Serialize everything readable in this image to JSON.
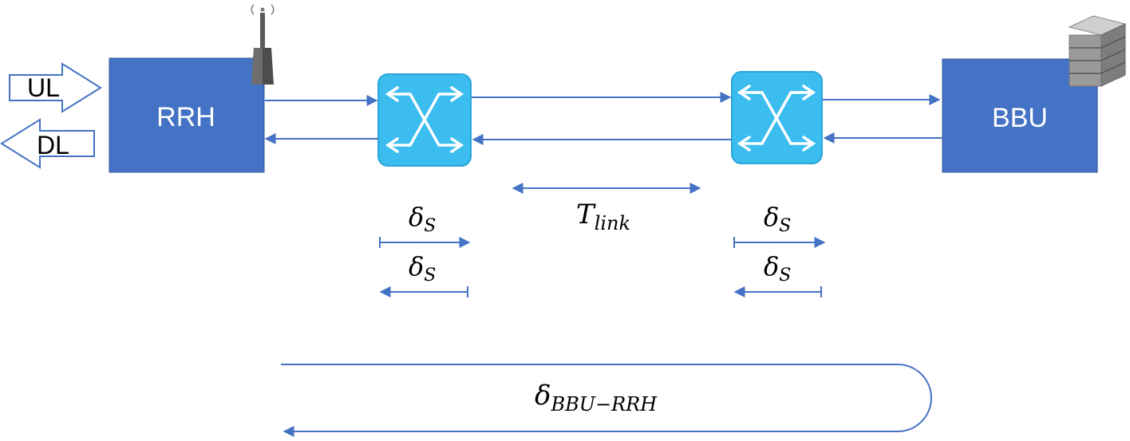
{
  "nodes": {
    "rrh": {
      "label": "RRH"
    },
    "bbu": {
      "label": "BBU"
    }
  },
  "io": {
    "ul": "UL",
    "dl": "DL"
  },
  "delays": {
    "switch_symbol": "δ",
    "switch_sub": "S",
    "link_symbol": "T",
    "link_sub": "link",
    "loop_symbol": "δ",
    "loop_sub": "BBU−RRH"
  },
  "colors": {
    "box_fill": "#4472C4",
    "switch_fill": "#3BBDEF",
    "line": "#4472C4"
  },
  "icons": {
    "rrh": "antenna-icon",
    "bbu": "server-stack-icon",
    "switch": "switch-crossover-icon"
  }
}
